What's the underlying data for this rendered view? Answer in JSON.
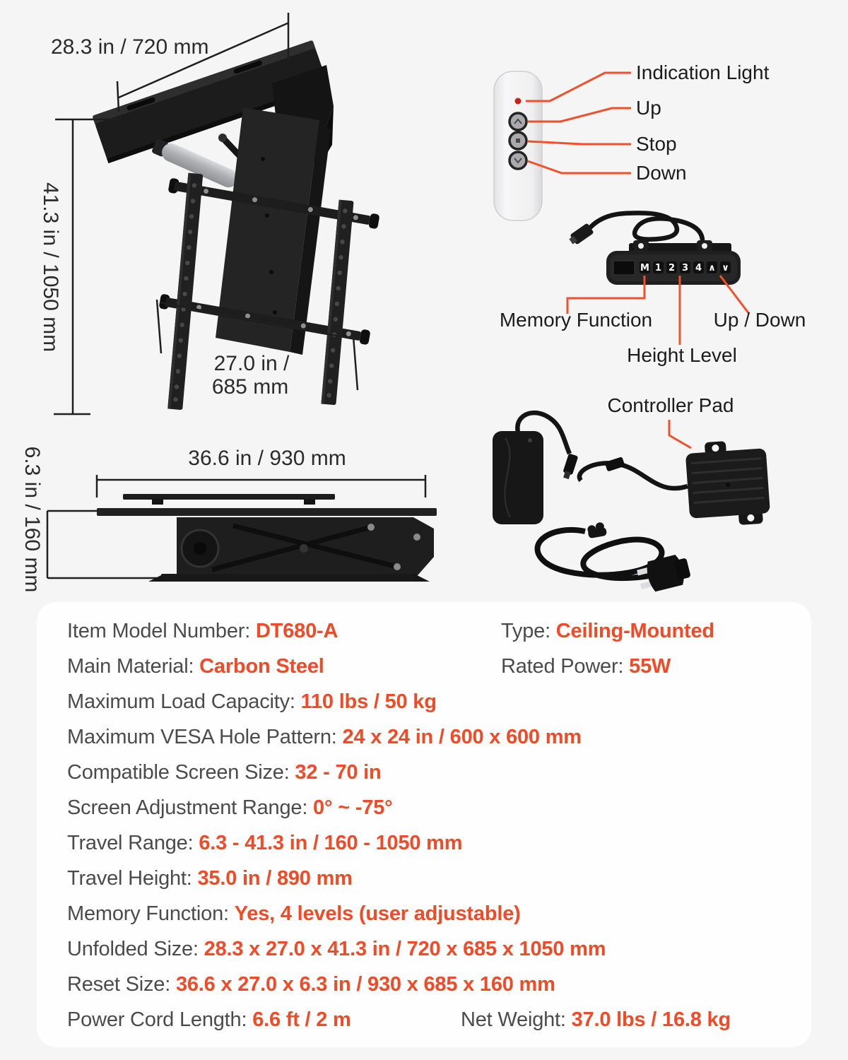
{
  "colors": {
    "accent_orange": "#F2502B",
    "spec_value_orange": "#F24A26",
    "spec_label_gray": "#4B4B4B",
    "label_dark": "#1C1C1C",
    "page_bg": "#F5F5F6",
    "panel_bg": "#FEFEFE"
  },
  "dimensions": {
    "unfolded_width": "28.3 in / 720 mm",
    "unfolded_height": "41.3 in / 1050 mm",
    "vesa_width_line1": "27.0 in /",
    "vesa_width_line2": "685 mm",
    "folded_width": "36.6 in / 930 mm",
    "folded_height": "6.3 in / 160 mm"
  },
  "remote": {
    "labels": {
      "light": "Indication Light",
      "up": "Up",
      "stop": "Stop",
      "down": "Down"
    }
  },
  "controller": {
    "buttons": [
      "M",
      "1",
      "2",
      "3",
      "4",
      "∧",
      "∨"
    ],
    "labels": {
      "memory": "Memory Function",
      "height": "Height Level",
      "updown": "Up / Down"
    }
  },
  "adapter": {
    "label": "Controller Pad"
  },
  "specs": {
    "rows": [
      {
        "l1": "Item Model Number: ",
        "v1": "DT680-A",
        "l2": "Type: ",
        "v2": "Ceiling-Mounted"
      },
      {
        "l1": "Main Material: ",
        "v1": "Carbon Steel",
        "l2": "Rated Power: ",
        "v2": "55W"
      },
      {
        "l1": "Maximum Load Capacity: ",
        "v1": "110 lbs / 50 kg"
      },
      {
        "l1": "Maximum VESA Hole Pattern: ",
        "v1": "24 x 24 in / 600 x 600 mm"
      },
      {
        "l1": "Compatible Screen Size: ",
        "v1": "32 - 70 in"
      },
      {
        "l1": "Screen Adjustment Range: ",
        "v1": "0° ~ -75°"
      },
      {
        "l1": "Travel Range: ",
        "v1": "6.3 - 41.3 in / 160 - 1050 mm"
      },
      {
        "l1": "Travel Height: ",
        "v1": "35.0 in / 890 mm"
      },
      {
        "l1": "Memory Function: ",
        "v1": "Yes, 4 levels (user adjustable)"
      },
      {
        "l1": "Unfolded Size: ",
        "v1": "28.3 x 27.0 x 41.3 in / 720 x 685 x 1050 mm"
      },
      {
        "l1": "Reset Size: ",
        "v1": "36.6 x 27.0 x 6.3 in / 930 x 685 x 160 mm"
      },
      {
        "l1": "Power Cord Length: ",
        "v1": "6.6 ft / 2 m",
        "l2": "Net Weight: ",
        "v2": "37.0 lbs / 16.8 kg"
      }
    ]
  }
}
